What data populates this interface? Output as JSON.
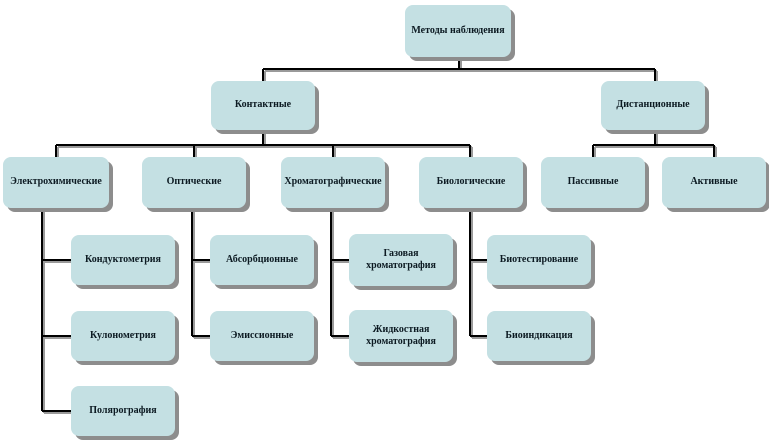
{
  "nodes": {
    "root": "Методы наблюдения",
    "contact": "Контактные",
    "remote": "Дистанционные",
    "electro": "Электрохимические",
    "optic": "Оптические",
    "chrom": "Хроматографические",
    "bio": "Биологические",
    "passive": "Пассивные",
    "active": "Активные",
    "conducto": "Кондуктометрия",
    "coulo": "Кулонометрия",
    "polaro": "Полярография",
    "absorb": "Абсорбционные",
    "emiss": "Эмиссионные",
    "gas": "Газовая хроматография",
    "liquid": "Жидкостная хроматография",
    "biotest": "Биотестирование",
    "bioind": "Биоиндикация"
  },
  "colors": {
    "box_fill": "#c4e0e3",
    "box_shadow": "#8d8d8d",
    "connector": "#000000"
  }
}
